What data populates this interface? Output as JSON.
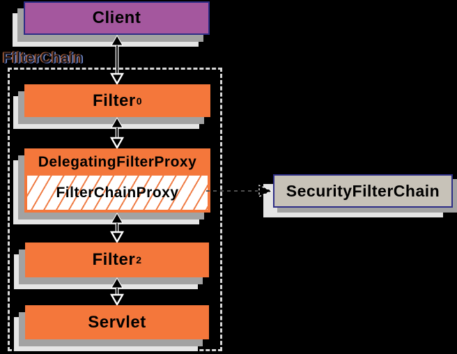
{
  "container": {
    "label": "FilterChain"
  },
  "nodes": {
    "client": {
      "label": "Client"
    },
    "filter0": {
      "label": "Filter",
      "subscript": "0"
    },
    "delegating_filter_proxy": {
      "label": "DelegatingFilterProxy"
    },
    "filter_chain_proxy": {
      "label": "FilterChainProxy"
    },
    "filter2": {
      "label": "Filter",
      "subscript": "2"
    },
    "servlet": {
      "label": "Servlet"
    },
    "security_filter_chain": {
      "label": "SecurityFilterChain"
    }
  },
  "connections": [
    {
      "from": "Client",
      "to": "Filter0",
      "type": "bidirectional-arrow"
    },
    {
      "from": "Filter0",
      "to": "DelegatingFilterProxy",
      "type": "bidirectional-arrow"
    },
    {
      "from": "DelegatingFilterProxy",
      "to": "Filter2",
      "type": "bidirectional-arrow"
    },
    {
      "from": "Filter2",
      "to": "Servlet",
      "type": "bidirectional-arrow"
    },
    {
      "from": "FilterChainProxy",
      "to": "SecurityFilterChain",
      "type": "dashed-arrow"
    }
  ],
  "colors": {
    "background": "#000000",
    "client_fill": "#a4579e",
    "filter_fill": "#f4773b",
    "security_filter_chain_fill": "#c7c2b8",
    "node_border": "#2c2c86",
    "shadow_mid": "#a2a2a2",
    "shadow_light": "#e5e5e5",
    "hatch_line": "#ef7c45",
    "dashed_container_border": "#d9d9d9"
  }
}
